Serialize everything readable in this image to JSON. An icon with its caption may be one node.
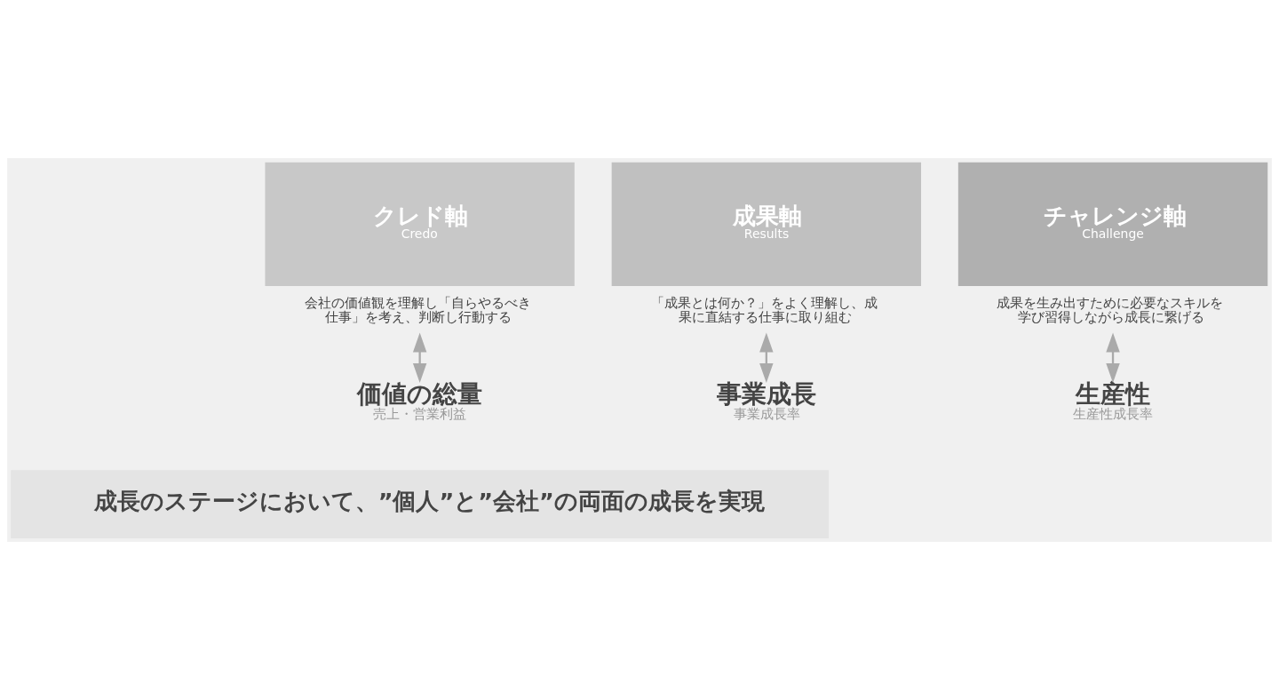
{
  "diagram": {
    "nodes": [
      {
        "text": [
          "クレド軸",
          "Credo"
        ],
        "beside": [
          "会社の価値観を理解し「自らやるべき仕事」を考え、判断し行動する"
        ]
      },
      {
        "text": [
          "成果軸",
          "Results"
        ],
        "beside": [
          "「成果とは何か？」をよく理解し、成果に直結する仕事に取り組む"
        ]
      },
      {
        "text": [
          "チャレンジ軸",
          "Challenge"
        ],
        "beside": [
          "成果を生み出すために必要なスキルを学び習得しながら成長に繋げる"
        ]
      },
      {
        "text": [
          "価値の総量",
          "売上・営業利益"
        ]
      },
      {
        "text": [
          "事業成長",
          "事業成長率"
        ]
      },
      {
        "text": [
          "生産性",
          "生産性成長率"
        ]
      },
      {
        "text": [
          "成長のステージにおいて、”個人”と”会社”の両面の成長を実現"
        ]
      }
    ],
    "edges": [
      {
        "from": 0,
        "to": 3,
        "arrow": "both"
      },
      {
        "from": 1,
        "to": 4,
        "arrow": "both"
      },
      {
        "from": 2,
        "to": 5,
        "arrow": "both"
      }
    ]
  }
}
